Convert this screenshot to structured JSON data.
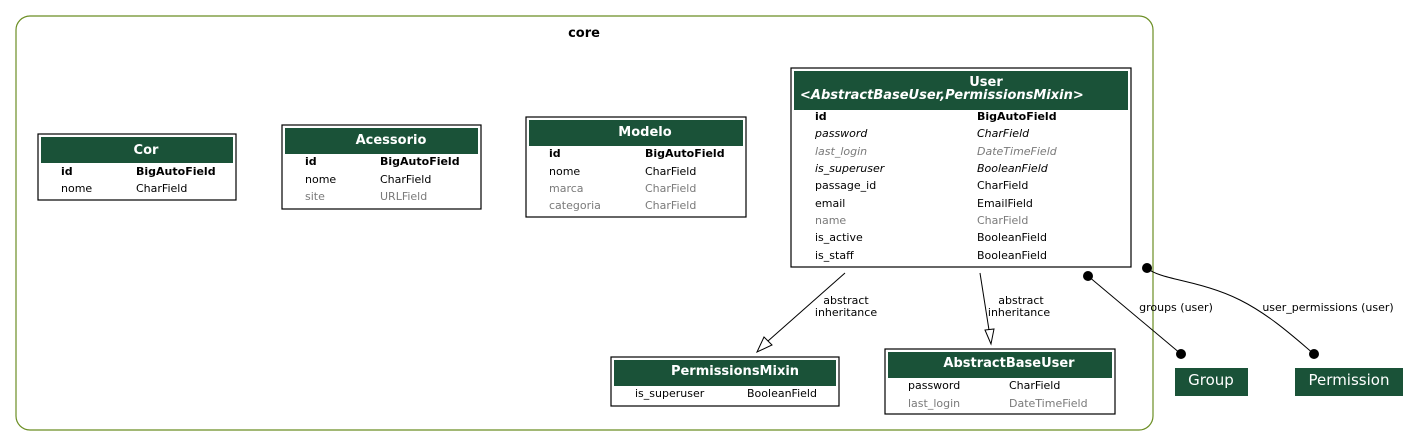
{
  "cluster": {
    "title": "core",
    "border_color": "#6b8e23"
  },
  "colors": {
    "header": "#1a5238",
    "field_text": "#000000",
    "optional_text": "#7a7a7a"
  },
  "models": {
    "cor": {
      "title": "Cor",
      "fields": [
        {
          "name": "id",
          "type": "BigAutoField",
          "style": "bold"
        },
        {
          "name": "nome",
          "type": "CharField",
          "style": "normal"
        }
      ]
    },
    "acessorio": {
      "title": "Acessorio",
      "fields": [
        {
          "name": "id",
          "type": "BigAutoField",
          "style": "bold"
        },
        {
          "name": "nome",
          "type": "CharField",
          "style": "normal"
        },
        {
          "name": "site",
          "type": "URLField",
          "style": "optional"
        }
      ]
    },
    "modelo": {
      "title": "Modelo",
      "fields": [
        {
          "name": "id",
          "type": "BigAutoField",
          "style": "bold"
        },
        {
          "name": "nome",
          "type": "CharField",
          "style": "normal"
        },
        {
          "name": "marca",
          "type": "CharField",
          "style": "optional"
        },
        {
          "name": "categoria",
          "type": "CharField",
          "style": "optional"
        }
      ]
    },
    "user": {
      "title": "User",
      "subtitle": "<AbstractBaseUser,PermissionsMixin>",
      "fields": [
        {
          "name": "id",
          "type": "BigAutoField",
          "style": "bold"
        },
        {
          "name": "password",
          "type": "CharField",
          "style": "italic"
        },
        {
          "name": "last_login",
          "type": "DateTimeField",
          "style": "optional-italic"
        },
        {
          "name": "is_superuser",
          "type": "BooleanField",
          "style": "italic"
        },
        {
          "name": "passage_id",
          "type": "CharField",
          "style": "normal"
        },
        {
          "name": "email",
          "type": "EmailField",
          "style": "normal"
        },
        {
          "name": "name",
          "type": "CharField",
          "style": "optional"
        },
        {
          "name": "is_active",
          "type": "BooleanField",
          "style": "normal"
        },
        {
          "name": "is_staff",
          "type": "BooleanField",
          "style": "normal"
        }
      ]
    },
    "permissions_mixin": {
      "title": "PermissionsMixin",
      "fields": [
        {
          "name": "is_superuser",
          "type": "BooleanField",
          "style": "normal"
        }
      ]
    },
    "abstract_base_user": {
      "title": "AbstractBaseUser",
      "fields": [
        {
          "name": "password",
          "type": "CharField",
          "style": "normal"
        },
        {
          "name": "last_login",
          "type": "DateTimeField",
          "style": "optional"
        }
      ]
    }
  },
  "external": {
    "group": {
      "title": "Group"
    },
    "permission": {
      "title": "Permission"
    }
  },
  "edges": {
    "abstract_inheritance_label_1": "abstract",
    "abstract_inheritance_label_2": "inheritance",
    "groups_label": "groups (user)",
    "user_permissions_label": "user_permissions (user)"
  }
}
